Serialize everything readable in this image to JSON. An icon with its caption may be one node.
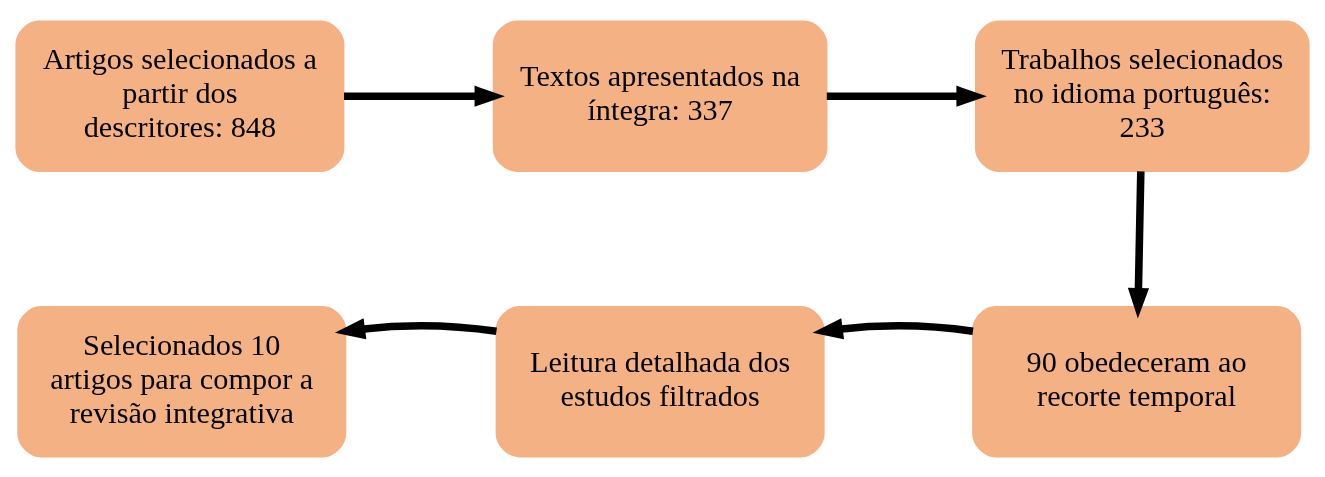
{
  "diagram": {
    "nodes": [
      {
        "text": [
          "Artigos selecionados a partir dos descritores: 848"
        ]
      },
      {
        "text": [
          "Textos apresentados na íntegra: 337"
        ]
      },
      {
        "text": [
          "Trabalhos selecionados no idioma português: 233"
        ]
      },
      {
        "text": [
          "90 obedeceram ao recorte temporal"
        ]
      },
      {
        "text": [
          "Leitura detalhada dos estudos filtrados"
        ]
      },
      {
        "text": [
          "Selecionados 10 artigos para compor a revisão integrativa"
        ]
      }
    ],
    "edges": [
      {
        "from": 0,
        "to": 1,
        "arrow": "to"
      },
      {
        "from": 1,
        "to": 2,
        "arrow": "to"
      },
      {
        "from": 2,
        "to": 3,
        "arrow": "to"
      },
      {
        "from": 3,
        "to": 4,
        "arrow": "to"
      },
      {
        "from": 4,
        "to": 5,
        "arrow": "to"
      }
    ]
  }
}
